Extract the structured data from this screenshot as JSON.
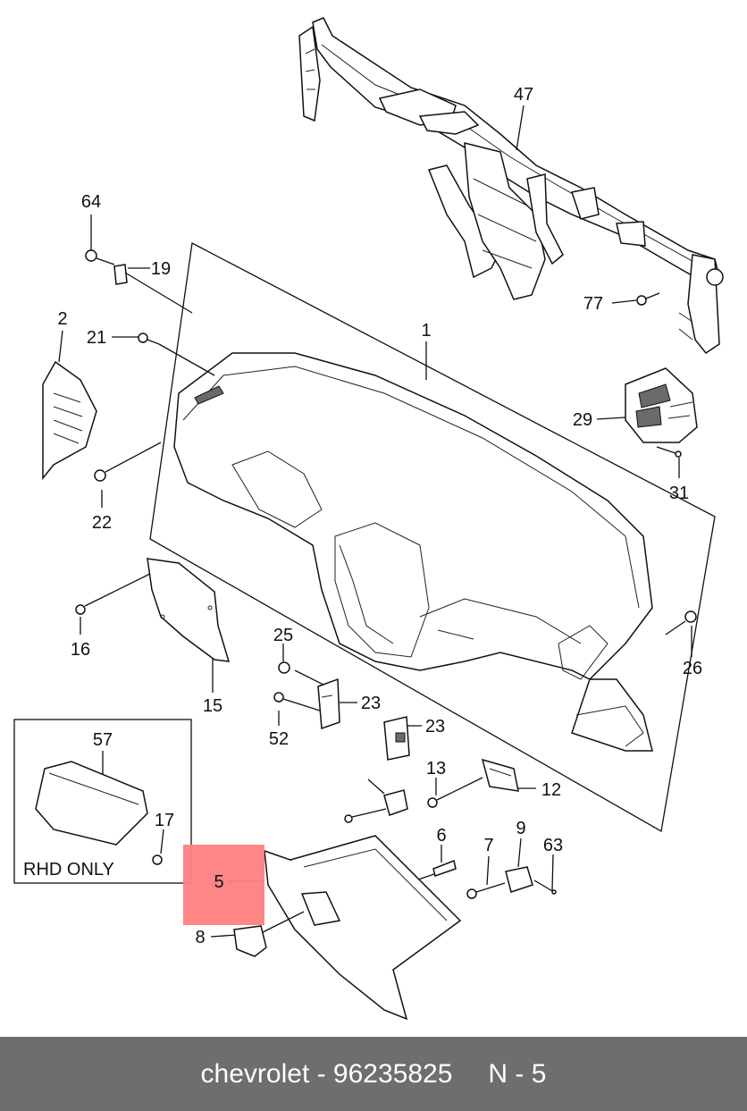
{
  "labels": {
    "p47": "47",
    "p64": "64",
    "p19": "19",
    "p2": "2",
    "p21": "21",
    "p1": "1",
    "p77": "77",
    "p29": "29",
    "p31": "31",
    "p22": "22",
    "p16": "16",
    "p15": "15",
    "p25": "25",
    "p23a": "23",
    "p52": "52",
    "p23b": "23",
    "p26": "26",
    "p13": "13",
    "p12": "12",
    "p6": "6",
    "p7": "7",
    "p9": "9",
    "p63": "63",
    "p57": "57",
    "p17": "17",
    "p5": "5",
    "p8": "8"
  },
  "inset": {
    "note": "RHD ONLY"
  },
  "highlight": {
    "color": "#ff8080"
  },
  "footer": {
    "brand_part": "chevrolet - 96235825",
    "page": "N - 5"
  }
}
